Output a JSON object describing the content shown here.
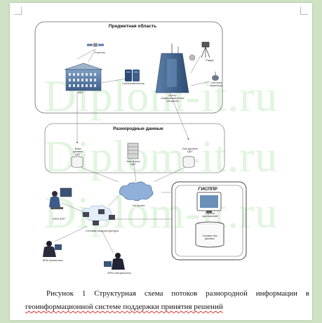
{
  "watermark": "Diplom-it.ru",
  "diagram": {
    "regions": {
      "subject_area": "Предметная область",
      "heterogeneous_data": "Разнородные данные",
      "gisppr": "ГИСППР"
    },
    "nodes": {
      "satellite": "Спутник",
      "nii": "НИИ",
      "supercomputer": "Суперкомпьютер",
      "radar": "Радар",
      "processing_systems": "Система обработки",
      "info_center": "Центр информационных ресурсов",
      "db_cbt_left": "База данных ЦБТ",
      "map_cbt": "Картотека ЦБТ",
      "db_cbt_right": "Баз данных ЦБТ",
      "internet": "Интернет",
      "app_server": "Сервер приложений",
      "db_server": "Сервер баз данных",
      "arm_lpr": "АРМ ЛПР",
      "network_infra": "Сетевая инфраструктура",
      "arm_analyst": "АРМ аналитика",
      "arm_specialist": "АРМ специалиста"
    }
  },
  "caption": {
    "line1": "Рисунок 1 Структурная схема потоков разнородной информации в",
    "line2": "геоинформационной системе поддержки принятия решений"
  }
}
